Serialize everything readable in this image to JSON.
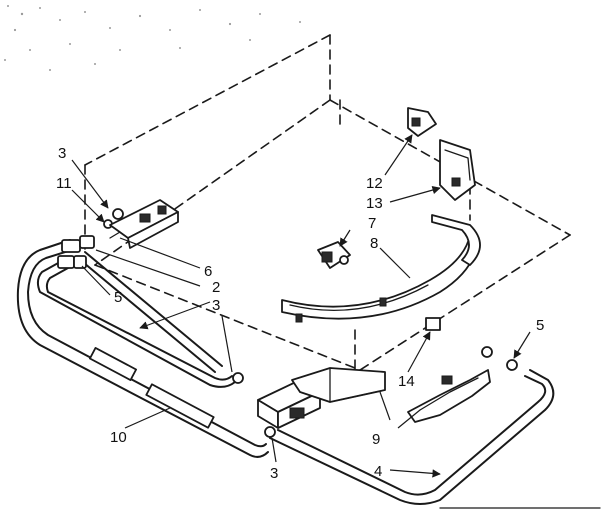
{
  "callouts": {
    "c3_top": "3",
    "c11": "11",
    "c6": "6",
    "c2": "2",
    "c3_mid": "3",
    "c5_left": "5",
    "c10": "10",
    "c3_bottom": "3",
    "c12": "12",
    "c13": "13",
    "c7": "7",
    "c8": "8",
    "c9": "9",
    "c14": "14",
    "c5_right": "5",
    "c4": "4"
  }
}
